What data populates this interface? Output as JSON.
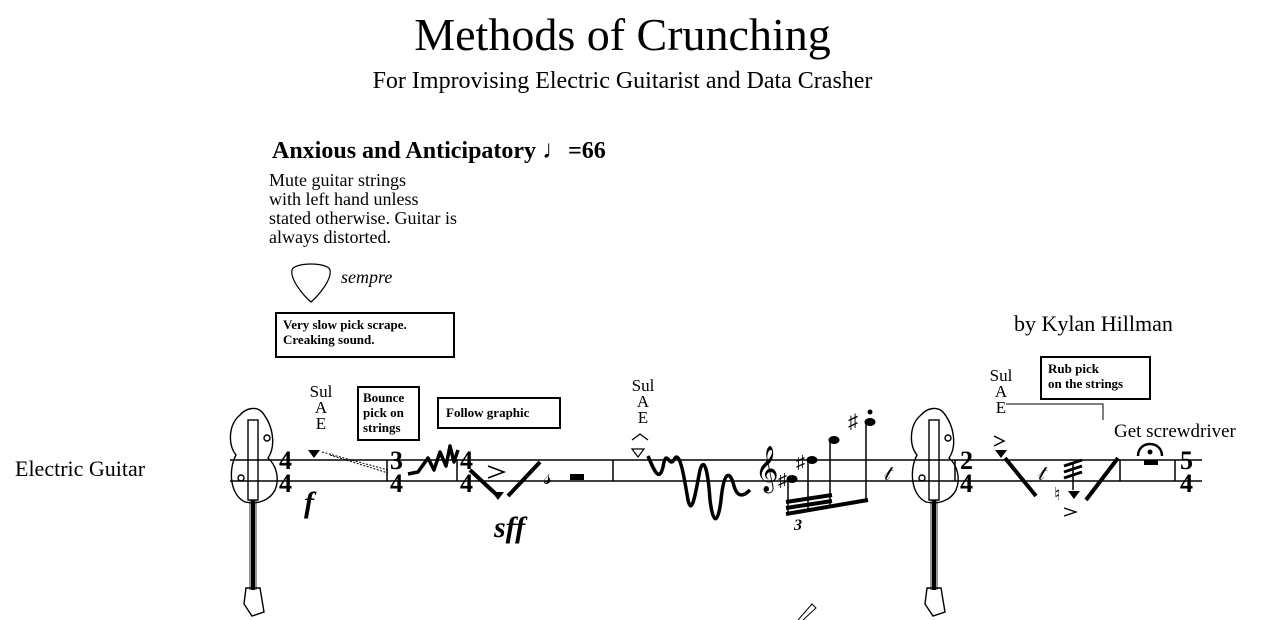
{
  "header": {
    "title": "Methods of Crunching",
    "subtitle": "For Improvising Electric Guitarist and Data Crasher"
  },
  "tempo": {
    "marking": "Anxious and Anticipatory",
    "value": "=66"
  },
  "performance_notes": {
    "line1": "Mute guitar strings",
    "line2": "with left hand unless",
    "line3": "stated otherwise. Guitar is",
    "line4": "always distorted."
  },
  "expression": "sempre",
  "composer": "by Kylan Hillman",
  "instrument": "Electric Guitar",
  "instructions": {
    "scrape_line1": "Very slow pick scrape.",
    "scrape_line2": "Creaking sound.",
    "bounce_line1": "Bounce",
    "bounce_line2": "pick on",
    "bounce_line3": "strings",
    "follow": "Follow graphic",
    "rub_line1": "Rub pick",
    "rub_line2": "on the strings",
    "screwdriver": "Get screwdriver"
  },
  "sul": {
    "word": "Sul",
    "a": "A",
    "e": "E"
  },
  "dynamics": {
    "forte": "f",
    "sforzando": "sff"
  },
  "time_signatures": {
    "ts1_top": "4",
    "ts1_bot": "4",
    "ts2_top": "3",
    "ts2_bot": "4",
    "ts3_top": "4",
    "ts3_bot": "4",
    "ts4_top": "2",
    "ts4_bot": "4",
    "ts5_top": "5",
    "ts5_bot": "4"
  },
  "tuplet": "3"
}
